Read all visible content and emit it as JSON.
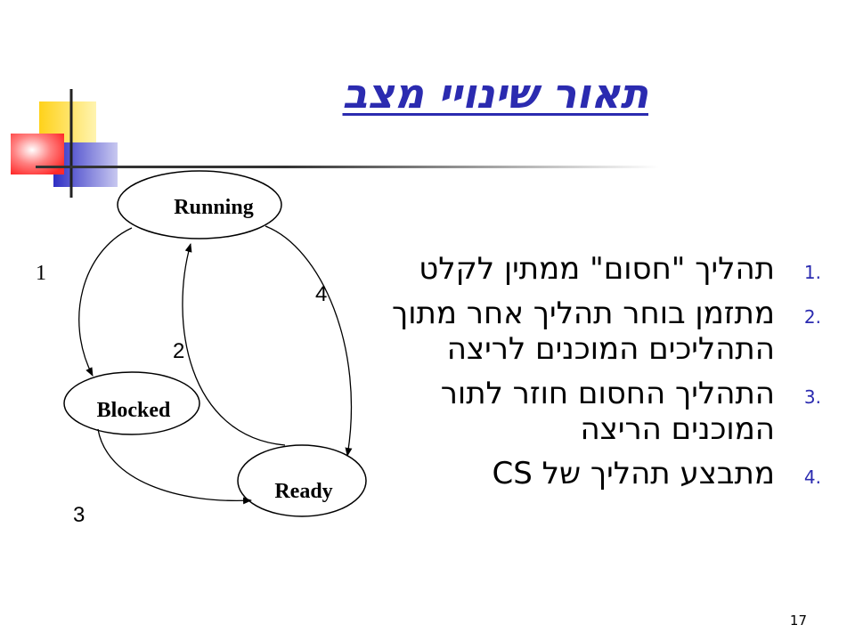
{
  "slide": {
    "title": "תאור שינויי מצב",
    "page_number": "17"
  },
  "diagram": {
    "states": {
      "running": "Running",
      "blocked": "Blocked",
      "ready": "Ready"
    },
    "transition_labels": {
      "t1": "1",
      "t2": "2",
      "t3": "3",
      "t4": "4"
    }
  },
  "list": {
    "items": [
      {
        "num": "1.",
        "text": "תהליך \"חסום\" ממתין לקלט"
      },
      {
        "num": "2.",
        "text": "מתזמן בוחר תהליך אחר מתוך התהליכים המוכנים לריצה"
      },
      {
        "num": "3.",
        "text": "התהליך החסום חוזר לתור המוכנים הריצה"
      },
      {
        "num": "4.",
        "text": "מתבצע תהליך של CS"
      }
    ]
  },
  "colors": {
    "title": "#2b2bb0",
    "deco_yellow": "#ffd21a",
    "deco_blue": "#3d3dcc",
    "deco_red": "#ff3b3b"
  }
}
